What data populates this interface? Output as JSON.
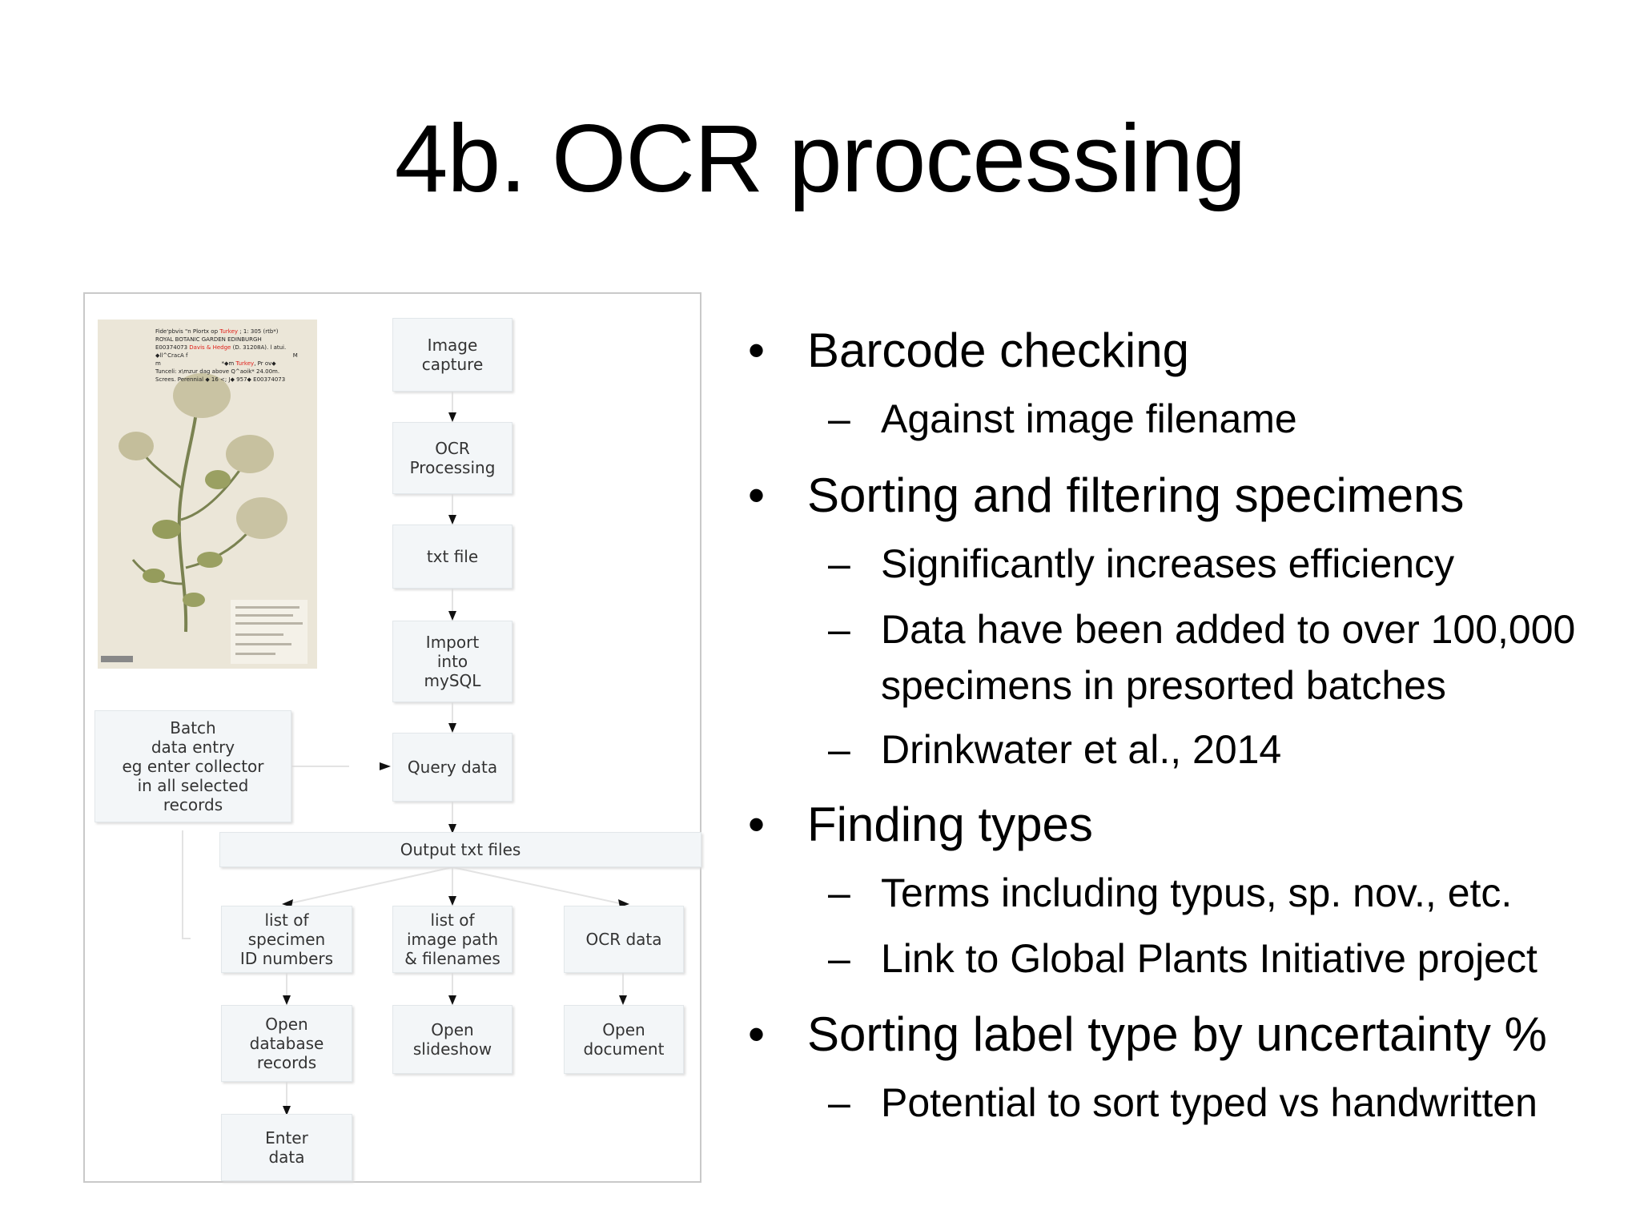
{
  "slide": {
    "title": "4b. OCR processing"
  },
  "figure": {
    "specimen_label_lines": [
      {
        "a": "Fide'pbvis   \"n Plortx op ",
        "red": "Turkey",
        "b": " ;       1: 305 (rtb*)"
      },
      {
        "a": "ROYAL BOTANIC GARDEN EDINBURGH",
        "red": "",
        "b": ""
      },
      {
        "a": "E00374073 ",
        "red": "Davis & Hedge",
        "b": "     (D.   31208A). l atui."
      },
      {
        "a": "◆ll^CracA f                                                           M",
        "red": "",
        "b": ""
      },
      {
        "a": "m                                  *◆m ",
        "red": "Turkey",
        "b": ", Pr ov◆"
      },
      {
        "a": "Tunceli: x\\mzur dag above Q^aoik* 24.00m.",
        "red": "",
        "b": ""
      },
      {
        "a": "Screes. Perennial ◆ 16 <; J◆ 957◆ E00374073",
        "red": "",
        "b": ""
      }
    ],
    "nodes": {
      "image_capture": "Image\ncapture",
      "ocr_processing": "OCR\nProcessing",
      "txt_file": "txt file",
      "import_mysql": "Import\ninto\nmySQL",
      "query_data": "Query data",
      "batch_entry": "Batch\ndata entry\neg enter collector\nin all selected\nrecords",
      "output_txt": "Output txt files",
      "list_specimen": "list of\nspecimen\nID numbers",
      "list_image": "list of\nimage path\n& filenames",
      "ocr_data": "OCR data",
      "open_db": "Open\ndatabase\nrecords",
      "open_slideshow": "Open\nslideshow",
      "open_document": "Open\ndocument",
      "enter_data": "Enter\ndata"
    }
  },
  "bullets": [
    {
      "text": "Barcode checking",
      "subs": [
        "Against image filename"
      ]
    },
    {
      "text": "Sorting and filtering specimens",
      "subs": [
        "Significantly increases efficiency",
        "Data have been added to over 100,000",
        "specimens in presorted batches",
        "Drinkwater et al., 2014"
      ]
    },
    {
      "text": "Finding types",
      "subs": [
        "Terms including typus, sp. nov., etc.",
        "Link to Global Plants Initiative project"
      ]
    },
    {
      "text": "Sorting label type by uncertainty %",
      "subs": [
        "Potential to sort typed vs handwritten"
      ]
    }
  ],
  "markers": {
    "bullet": "•",
    "dash": "–"
  }
}
